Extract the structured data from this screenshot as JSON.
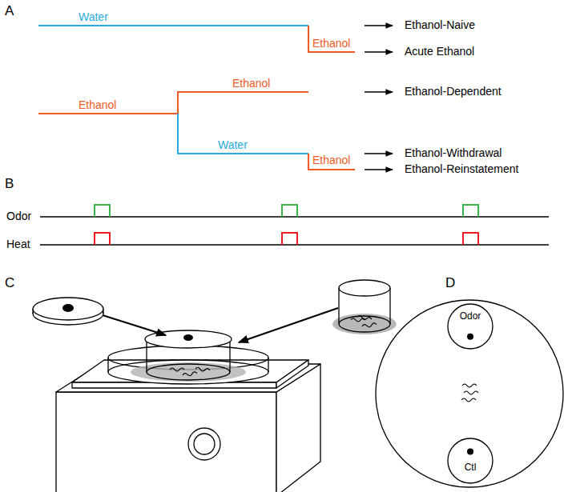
{
  "diagram": {
    "nodes": [
      {
        "text": [
          "Odor"
        ]
      },
      {
        "text": [
          "Ctl"
        ]
      }
    ],
    "labels": [
      "A",
      "Water",
      "Ethanol-Naive",
      "Ethanol",
      "Acute Ethanol",
      "Ethanol",
      "Ethanol-Dependent",
      "Ethanol",
      "Water",
      "Ethanol-Withdrawal",
      "Ethanol",
      "Ethanol-Reinstatement",
      "B",
      "Odor",
      "Heat",
      "C",
      "D"
    ]
  }
}
